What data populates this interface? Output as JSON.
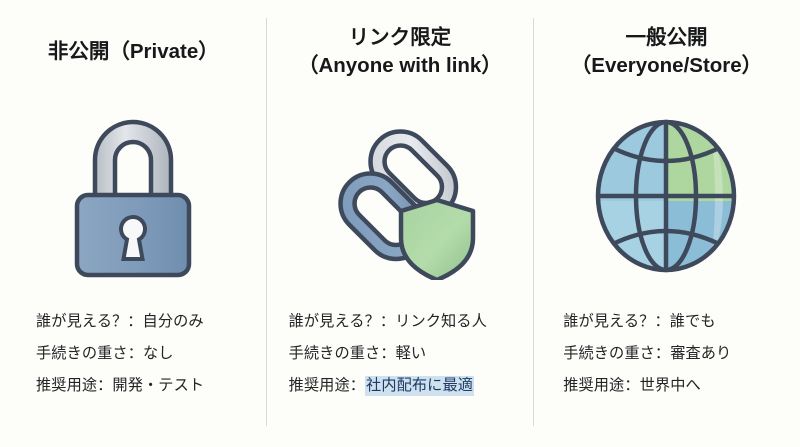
{
  "background_color": "#fdfdfa",
  "divider_color": "#d8d8d4",
  "highlight": {
    "background_color": "#cfe0ef",
    "text_color": "#1b3b63"
  },
  "columns": [
    {
      "id": "private",
      "icon": "padlock-icon",
      "title_line1": "非公開（Private）",
      "title_line2": "",
      "lines": [
        {
          "text": "誰が見える？：自分のみ",
          "highlight": ""
        },
        {
          "text": "手続きの重さ：なし",
          "highlight": ""
        },
        {
          "text": "推奨用途：開発・テスト",
          "highlight": ""
        }
      ]
    },
    {
      "id": "anyone-with-link",
      "icon": "chain-link-shield-icon",
      "title_line1": "リンク限定",
      "title_line2": "（Anyone with link）",
      "lines": [
        {
          "text": "誰が見える？：リンク知る人",
          "highlight": ""
        },
        {
          "text": "手続きの重さ：軽い",
          "highlight": ""
        },
        {
          "text": "推奨用途：",
          "highlight": "社内配布に最適"
        }
      ]
    },
    {
      "id": "everyone-store",
      "icon": "globe-icon",
      "title_line1": "一般公開",
      "title_line2": "（Everyone/Store）",
      "lines": [
        {
          "text": "誰が見える？：誰でも",
          "highlight": ""
        },
        {
          "text": "手続きの重さ：審査あり",
          "highlight": ""
        },
        {
          "text": "推奨用途：世界中へ",
          "highlight": ""
        }
      ]
    }
  ]
}
